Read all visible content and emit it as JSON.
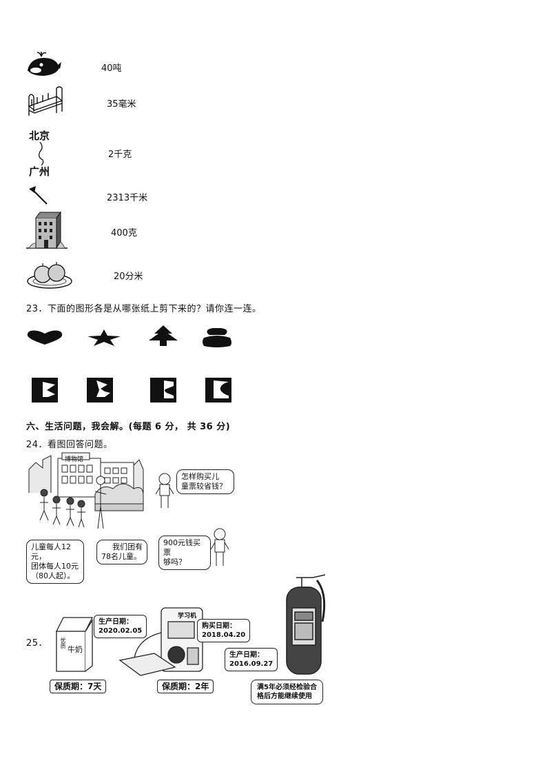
{
  "units": [
    "40吨",
    "35毫米",
    "2千克",
    "2313千米",
    "400克",
    "20分米"
  ],
  "map_labels": {
    "top": "北京",
    "bottom": "广州"
  },
  "q23": "23．下面的图形各是从哪张纸上剪下来的？请你连一连。",
  "section6": "六、生活问题，我会解。(每题 6 分， 共 36 分)",
  "q24": "24．看图回答问题。",
  "scene24": {
    "museum_sign": "博物馆",
    "bubble_price": [
      "儿童每人12元，",
      "团体每人10元",
      "（80人起）。"
    ],
    "bubble_count": [
      "我们团有",
      "78名儿童。"
    ],
    "bubble_question1": [
      "怎样购买儿",
      "童票较省钱？"
    ],
    "bubble_question2": [
      "900元钱买票",
      "够吗？"
    ]
  },
  "q25": "25．",
  "scene25": {
    "milk_label": "牛奶",
    "milk_badge": "优质",
    "milk_date": [
      "生产日期：",
      "2020.02.05"
    ],
    "milk_shelf": "保质期：7天",
    "machine_label": "学习机",
    "machine_date": [
      "购买日期：",
      "2018.04.20"
    ],
    "machine_shelf": "保质期：2年",
    "ext_date": [
      "生产日期：",
      "2016.09.27"
    ],
    "ext_note": [
      "满5年必须经检验合",
      "格后方能继续使用"
    ]
  }
}
